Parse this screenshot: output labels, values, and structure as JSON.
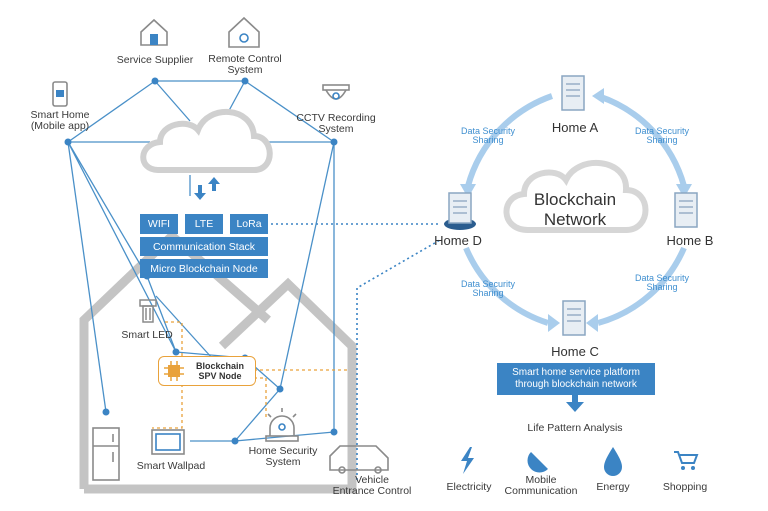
{
  "colors": {
    "accent_blue": "#3b84c4",
    "line_blue": "#4a90c8",
    "arrow_light_blue": "#a9cdec",
    "house_gray": "#bdbdbd",
    "spv_orange": "#e9a23b",
    "icon_gray": "#8a8a8a"
  },
  "top": {
    "service_supplier": "Service Supplier",
    "remote_control": "Remote Control\nSystem",
    "smart_home": "Smart Home\n(Mobile app)",
    "cctv": "CCTV Recording\nSystem"
  },
  "stack": {
    "wifi": "WIFI",
    "lte": "LTE",
    "lora": "LoRa",
    "comm_stack": "Communication Stack",
    "micro_node": "Micro Blockchain Node"
  },
  "house": {
    "smart_led": "Smart LED",
    "spv_node": "Blockchain\nSPV Node",
    "smart_wallpad": "Smart Wallpad",
    "home_security": "Home Security\nSystem",
    "vehicle": "Vehicle\nEntrance Control"
  },
  "network": {
    "title": "Blockchain\nNetwork",
    "home_a": "Home A",
    "home_b": "Home B",
    "home_c": "Home C",
    "home_d": "Home D",
    "sharing_label": "Data Security\nSharing"
  },
  "services": {
    "platform": "Smart home service platform\nthrough blockchain network",
    "life_pattern": "Life Pattern Analysis",
    "items": [
      {
        "label": "Electricity",
        "icon": "lightning-icon"
      },
      {
        "label": "Mobile\nCommunication",
        "icon": "satellite-dish-icon"
      },
      {
        "label": "Energy",
        "icon": "drop-icon"
      },
      {
        "label": "Shopping",
        "icon": "cart-icon"
      }
    ]
  }
}
